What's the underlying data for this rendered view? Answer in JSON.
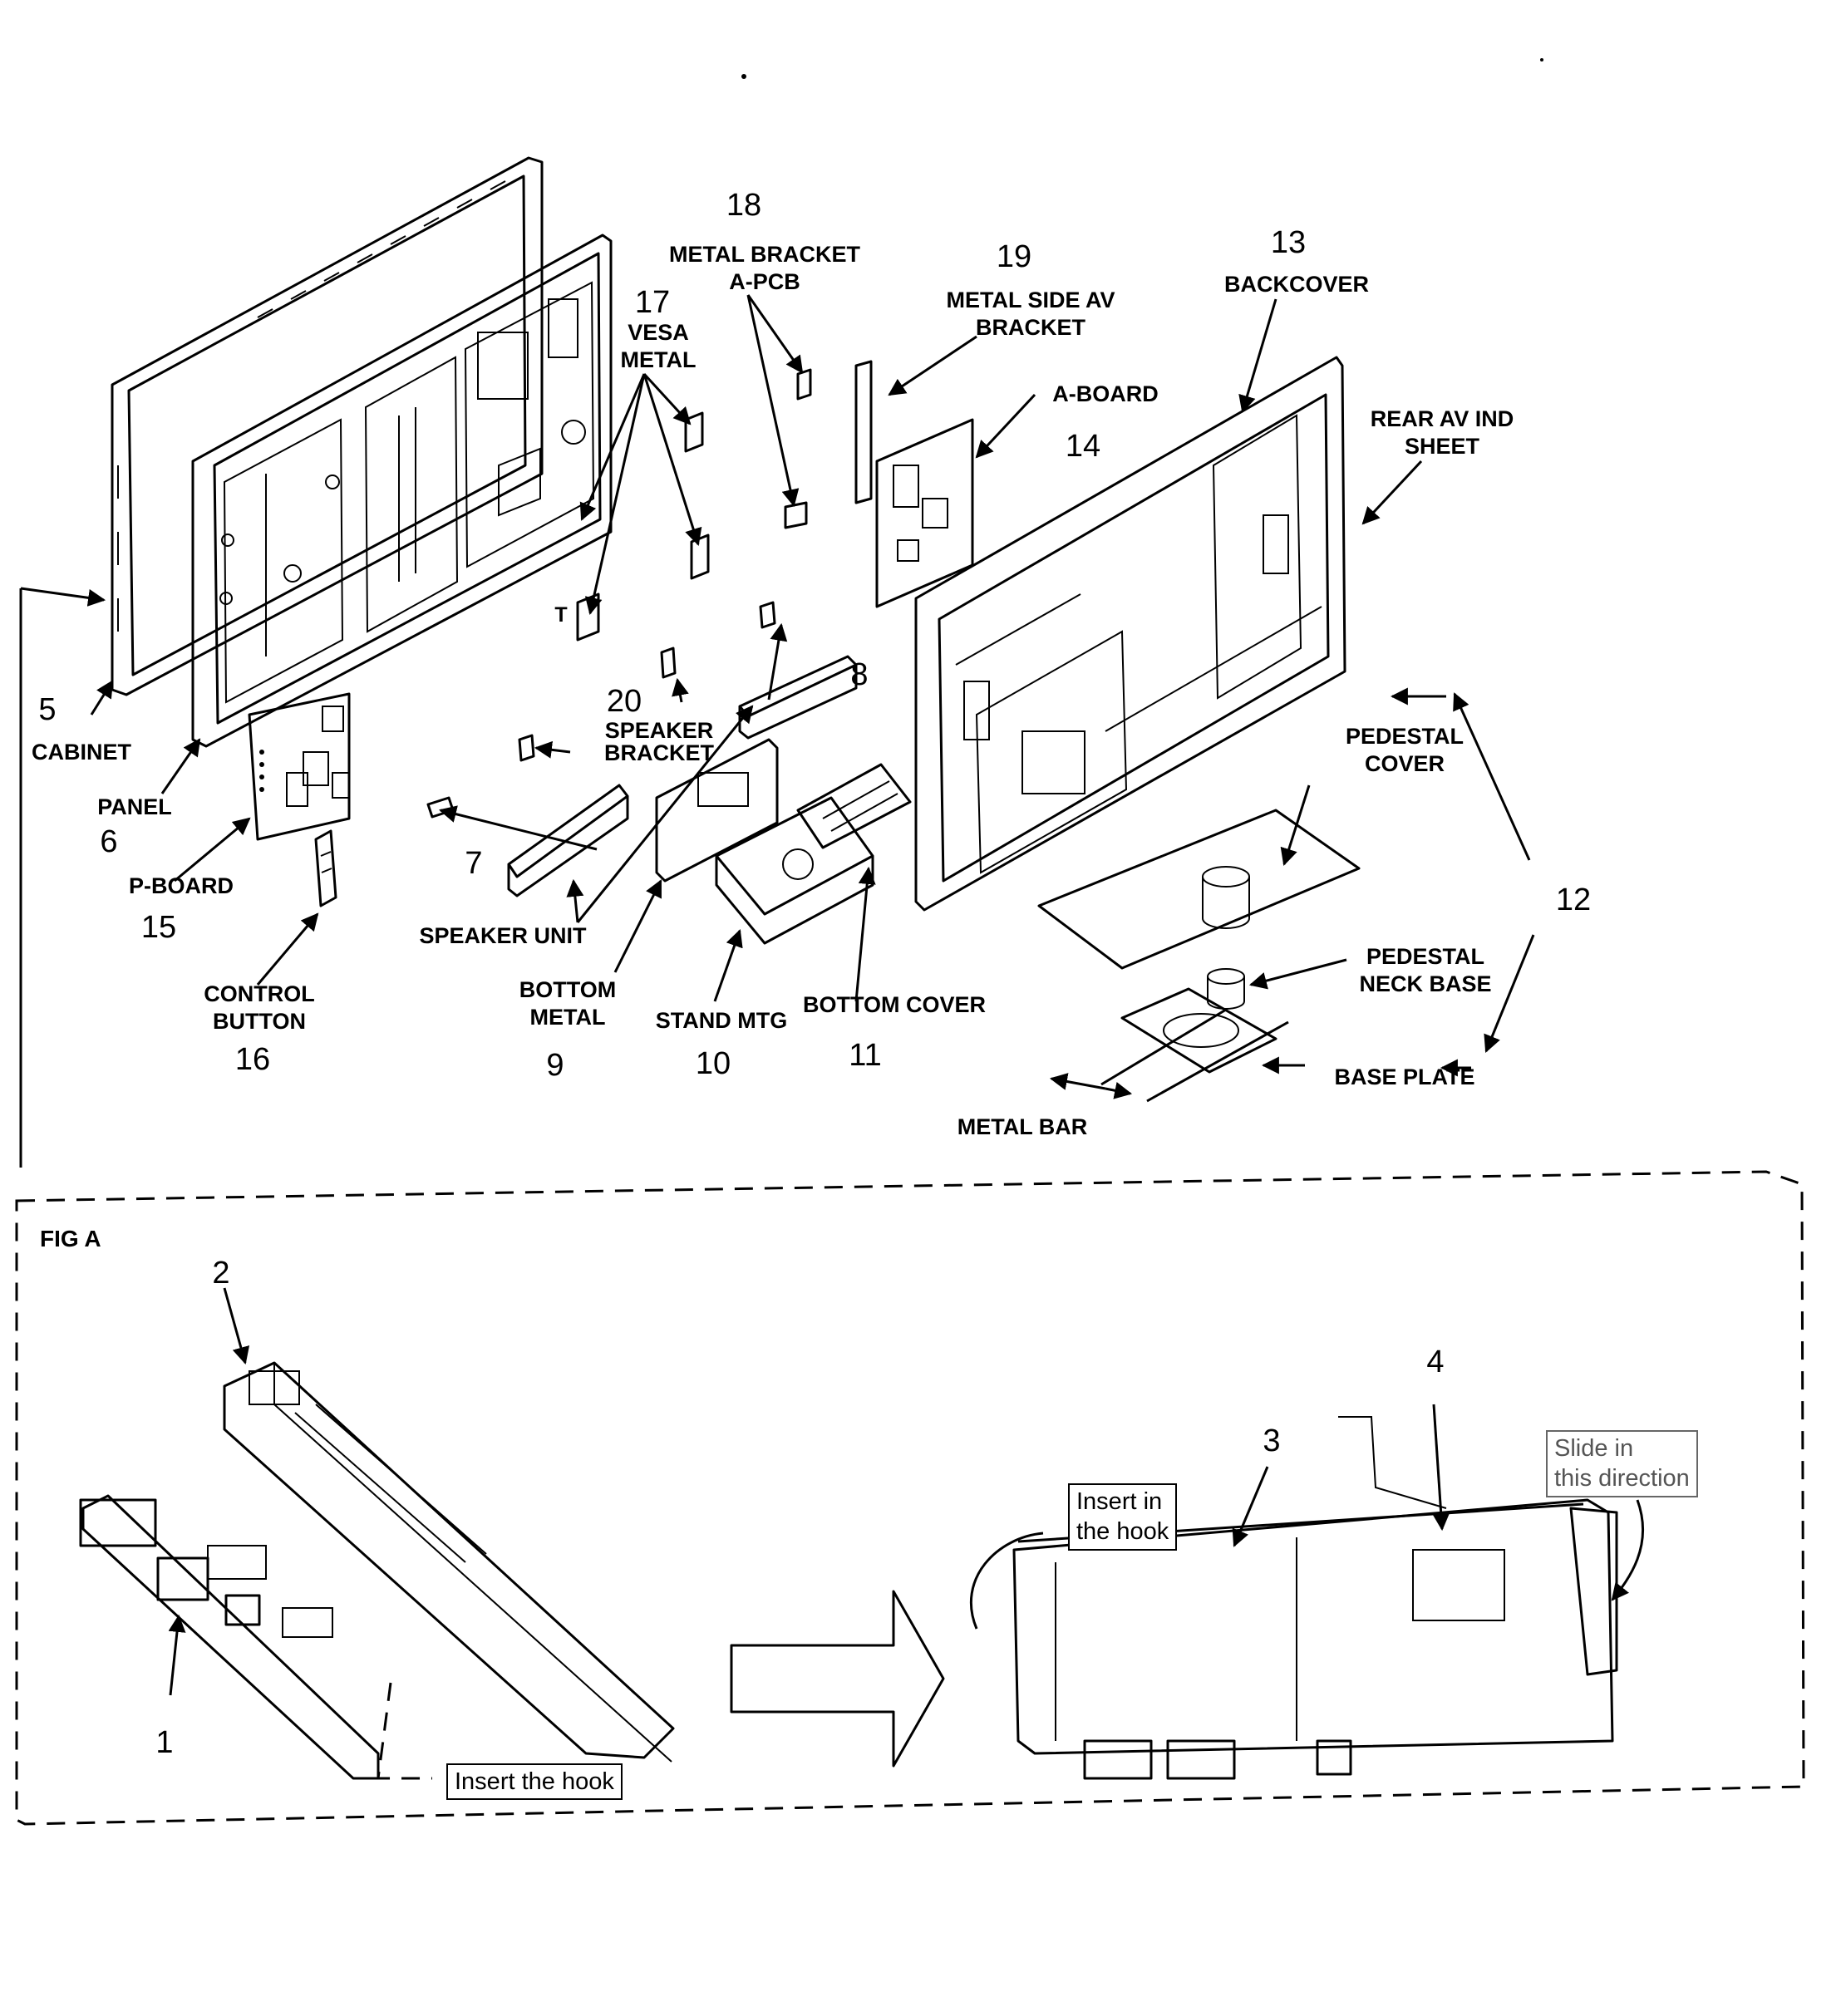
{
  "main_diagram": {
    "callouts": {
      "n5": "5",
      "cabinet": "CABINET",
      "panel": "PANEL",
      "n6": "6",
      "pboard": "P-BOARD",
      "n15": "15",
      "control_button": "CONTROL\nBUTTON",
      "n16": "16",
      "n17": "17",
      "vesa_metal": "VESA\nMETAL",
      "n18": "18",
      "metal_bracket_apcb": "METAL BRACKET\nA-PCB",
      "n19": "19",
      "metal_side_av_bracket": "METAL SIDE AV\nBRACKET",
      "n13": "13",
      "backcover": "BACKCOVER",
      "aboard": "A-BOARD",
      "n14": "14",
      "rear_av_ind_sheet": "REAR AV IND\nSHEET",
      "n20": "20",
      "speaker_bracket": "SPEAKER\nBRACKET",
      "n8": "8",
      "n7": "7",
      "speaker_unit": "SPEAKER UNIT",
      "bottom_metal": "BOTTOM\nMETAL",
      "n9": "9",
      "stand_mtg": "STAND MTG",
      "n10": "10",
      "bottom_cover": "BOTTOM COVER",
      "n11": "11",
      "pedestal_cover": "PEDESTAL\nCOVER",
      "n12": "12",
      "pedestal_neck_base": "PEDESTAL\nNECK BASE",
      "base_plate": "BASE PLATE",
      "metal_bar": "METAL BAR",
      "t_mark": "T"
    }
  },
  "fig_a": {
    "title": "FIG A",
    "n1": "1",
    "n2": "2",
    "n3": "3",
    "n4": "4",
    "insert_the_hook": "Insert the hook",
    "insert_in_the_hook": "Insert in\nthe hook",
    "slide_in_this_direction": "Slide in\nthis direction"
  }
}
